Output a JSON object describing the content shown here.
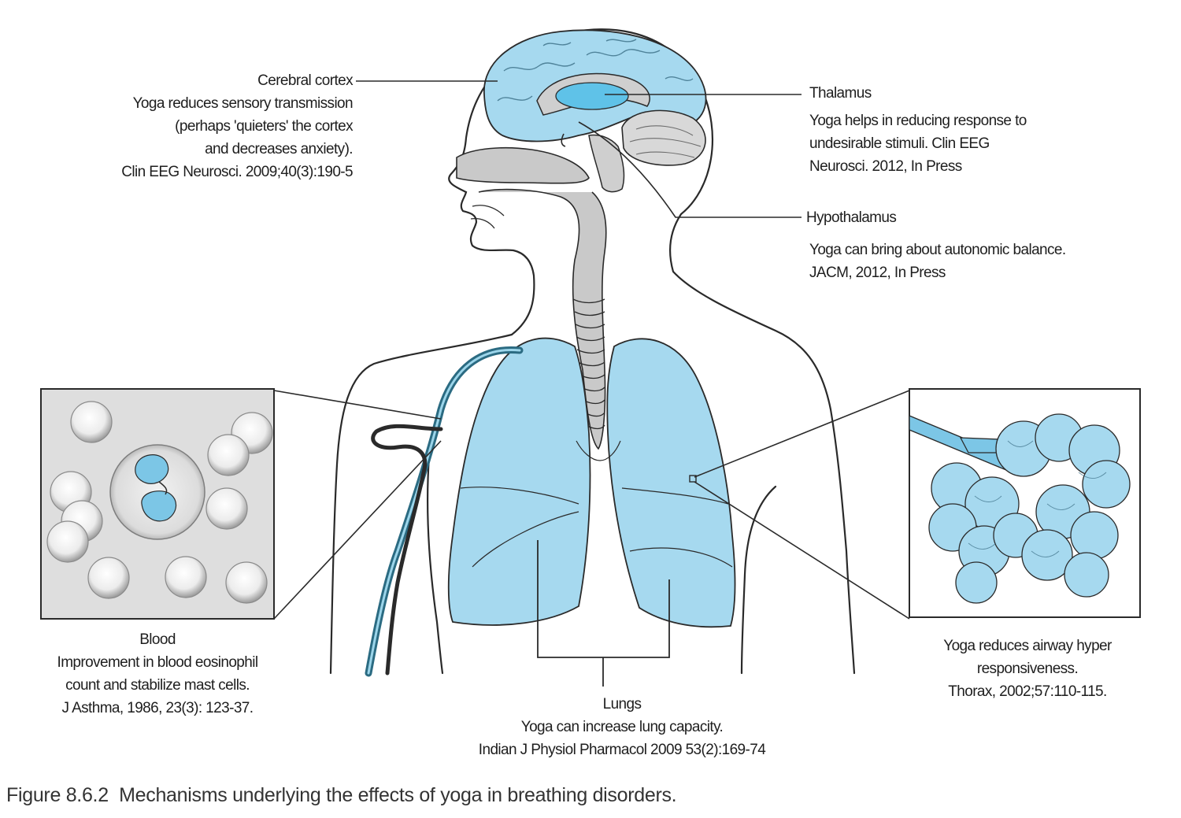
{
  "colors": {
    "organ_fill": "#a6d9ef",
    "highlight_fill": "#5fc2e8",
    "gray_fill": "#c9c9c9",
    "outline": "#2a2a2a",
    "vessel": "#2b6b82"
  },
  "labels": {
    "cortex": {
      "title": "Cerebral cortex",
      "line1": "Yoga reduces sensory transmission",
      "line2": "(perhaps 'quieters' the cortex",
      "line3": "and decreases anxiety).",
      "ref": "Clin EEG Neurosci. 2009;40(3):190-5"
    },
    "thalamus": {
      "title": "Thalamus",
      "line1": "Yoga helps in reducing response to",
      "line2": "undesirable stimuli. Clin EEG",
      "ref": "Neurosci. 2012, In Press"
    },
    "hypothalamus": {
      "title": "Hypothalamus",
      "line1": "Yoga can bring about autonomic balance.",
      "ref": "JACM, 2012, In Press"
    },
    "blood": {
      "title": "Blood",
      "line1": "Improvement in blood eosinophil",
      "line2": "count and stabilize mast cells.",
      "ref": "J Asthma, 1986, 23(3): 123-37."
    },
    "airway": {
      "line1": "Yoga reduces airway hyper",
      "line2": "responsiveness.",
      "ref": "Thorax, 2002;57:110-115."
    },
    "lungs": {
      "title": "Lungs",
      "line1": "Yoga can increase lung capacity.",
      "ref": "Indian J Physiol Pharmacol 2009 53(2):169-74"
    }
  },
  "caption": {
    "number": "Figure 8.6.2",
    "text": "Mechanisms underlying the effects of yoga in breathing disorders."
  }
}
